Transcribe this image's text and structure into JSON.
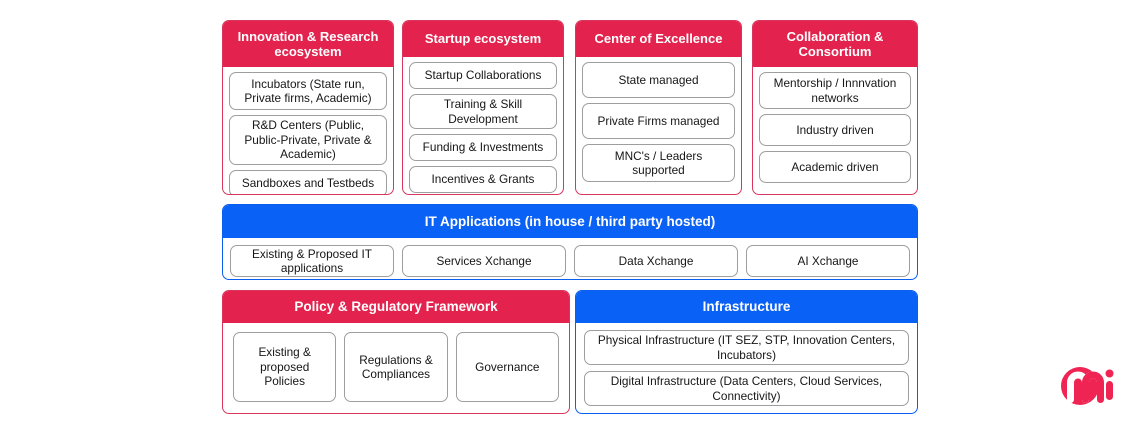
{
  "theme": {
    "red": "#e3234e",
    "red_border": "#d8365c",
    "blue": "#0a61f5",
    "blue_border": "#0a5ef0",
    "item_border": "#9e9e9e",
    "background": "#ffffff",
    "logo_color": "#ef2453"
  },
  "columns": [
    {
      "id": "innovation",
      "title": "Innovation & Research ecosystem",
      "accent": "red",
      "items": [
        "Incubators (State run, Private firms, Academic)",
        "R&D Centers (Public, Public-Private, Private & Academic)",
        "Sandboxes and Testbeds"
      ]
    },
    {
      "id": "startup",
      "title": "Startup ecosystem",
      "accent": "red",
      "items": [
        "Startup Collaborations",
        "Training & Skill Development",
        "Funding & Investments",
        "Incentives & Grants"
      ]
    },
    {
      "id": "coe",
      "title": "Center of Excellence",
      "accent": "red",
      "items": [
        "State managed",
        "Private Firms managed",
        "MNC's / Leaders supported"
      ]
    },
    {
      "id": "collaboration",
      "title": "Collaboration & Consortium",
      "accent": "red",
      "items": [
        "Mentorship / Innnvation networks",
        "Industry driven",
        "Academic driven"
      ]
    }
  ],
  "it_applications": {
    "title": "IT Applications (in house / third party hosted)",
    "accent": "blue",
    "items": [
      "Existing & Proposed IT applications",
      "Services Xchange",
      "Data Xchange",
      "AI Xchange"
    ]
  },
  "policy": {
    "title": "Policy & Regulatory Framework",
    "accent": "red",
    "items": [
      "Existing & proposed Policies",
      "Regulations & Compliances",
      "Governance"
    ]
  },
  "infrastructure": {
    "title": "Infrastructure",
    "accent": "blue",
    "items": [
      "Physical Infrastructure (IT SEZ, STP, Innovation Centers, Incubators)",
      "Digital Infrastructure (Data Centers, Cloud Services, Connectivity)"
    ]
  },
  "logo": {
    "name": "mi-logo"
  }
}
